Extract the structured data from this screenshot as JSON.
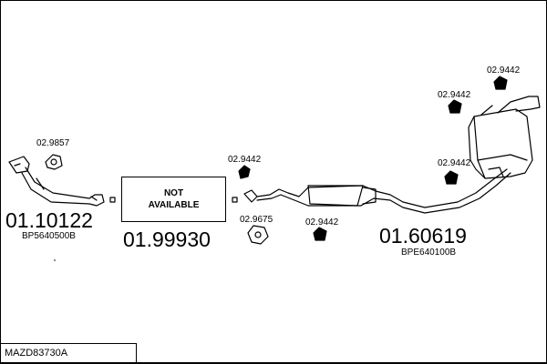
{
  "kit_code": "MAZD83730A",
  "front_pipe": {
    "part_no": "01.10122",
    "oe_no": "BP5640500B",
    "gasket_no": "02.9857"
  },
  "center_section": {
    "part_no": "01.99930",
    "line1": "NOT",
    "line2": "AVAILABLE"
  },
  "rear_section": {
    "part_no": "01.60619",
    "oe_no": "BPE640100B"
  },
  "flange_gasket_no": "02.9675",
  "rubber_mount_nos": [
    "02.9442",
    "02.9442",
    "02.9442",
    "02.9442",
    "02.9442"
  ]
}
